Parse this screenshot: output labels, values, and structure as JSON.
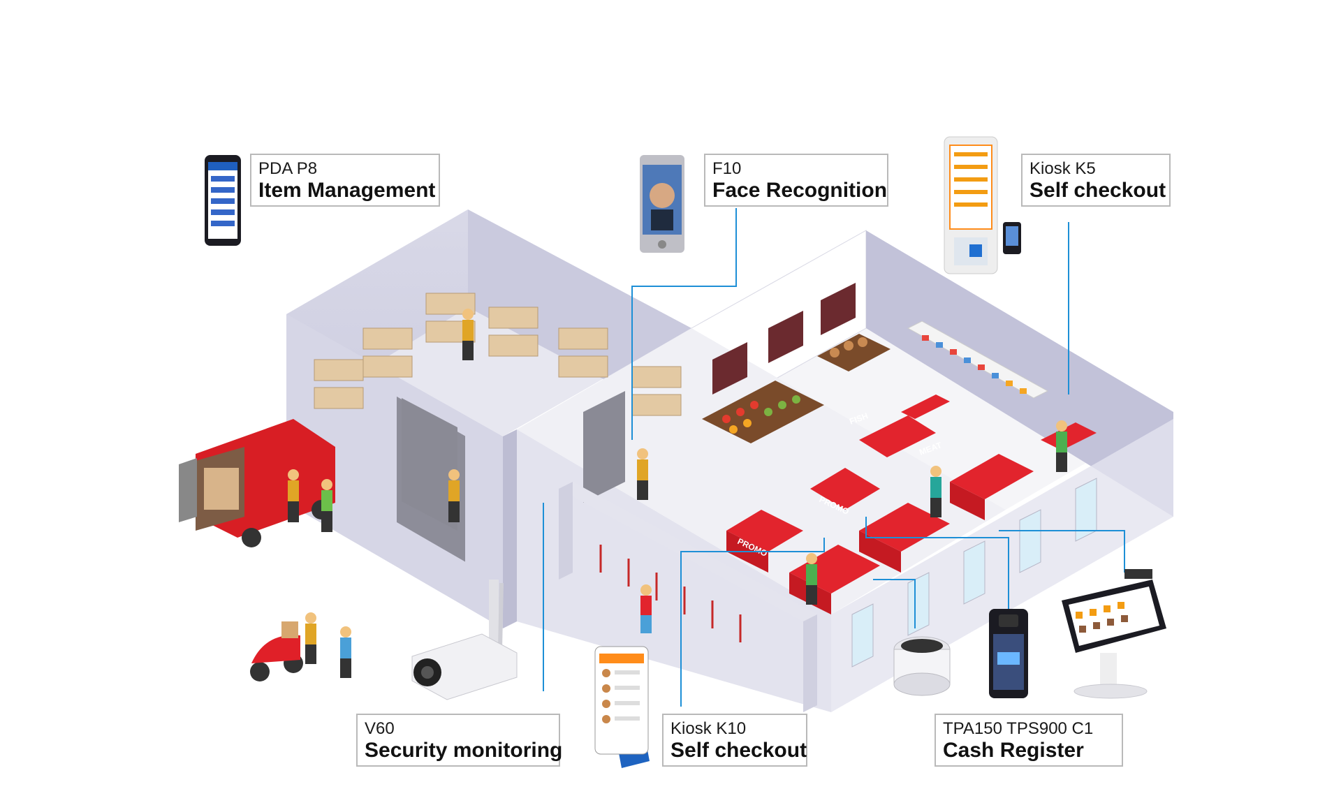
{
  "labels": {
    "pda": {
      "model": "PDA P8",
      "function": "Item Management",
      "icon": "pda-device-icon"
    },
    "f10": {
      "model": "F10",
      "function": "Face Recognition",
      "icon": "face-recognition-terminal-icon"
    },
    "k5": {
      "model": "Kiosk K5",
      "function": "Self checkout",
      "icon": "self-checkout-kiosk-icon"
    },
    "v60": {
      "model": "V60",
      "function": "Security monitoring",
      "icon": "security-camera-icon"
    },
    "k10": {
      "model": "Kiosk K10",
      "function": "Self checkout",
      "icon": "tablet-kiosk-icon"
    },
    "cash": {
      "model": "TPA150  TPS900  C1",
      "function": "Cash Register",
      "icon": "cash-register-icon"
    }
  },
  "scene": {
    "signs": [
      "FISH",
      "MEAT",
      "PROMO",
      "PROMO"
    ]
  },
  "colors": {
    "line": "#1d8fd6",
    "wall": "#c9c9de",
    "wall_dark": "#a9a9c4",
    "floor": "#f2f2f6",
    "accent_red": "#e0242b",
    "box_border": "#b9b9b9"
  }
}
